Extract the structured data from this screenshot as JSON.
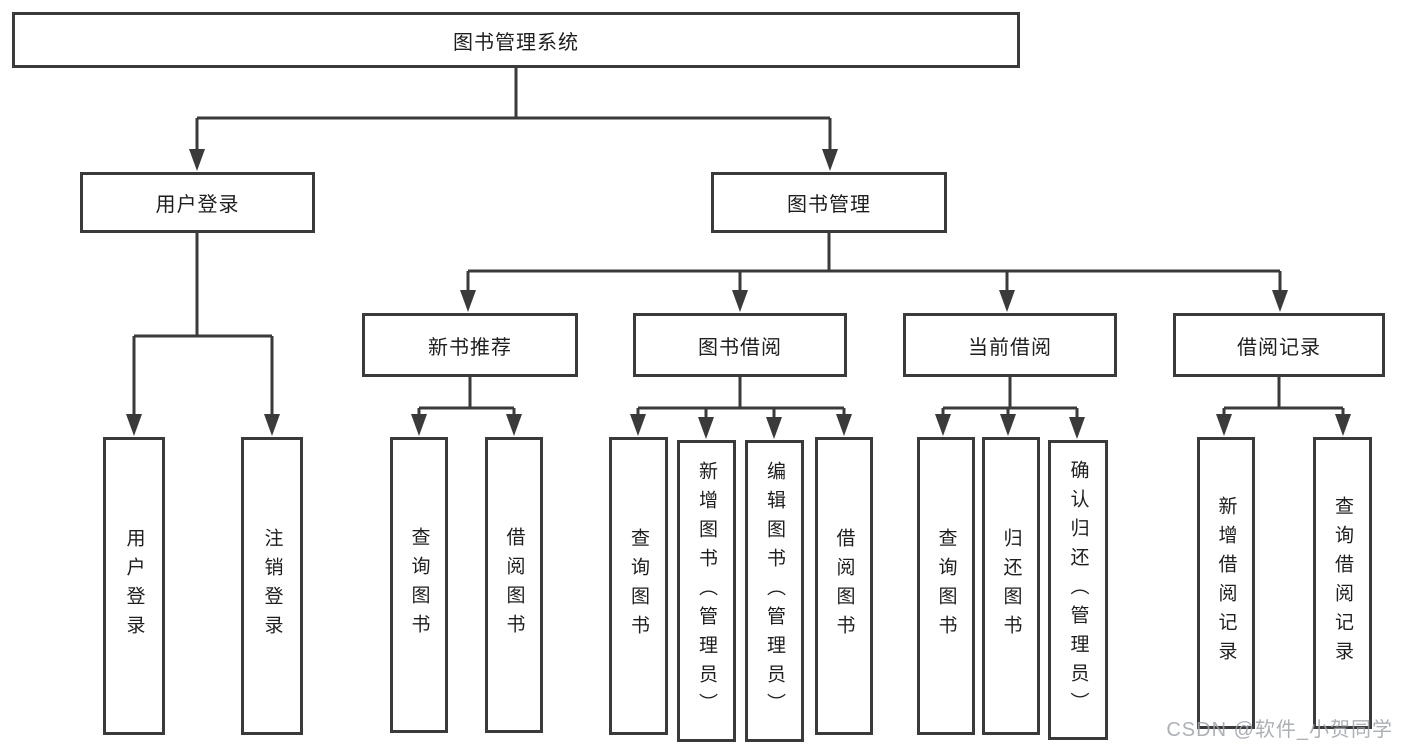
{
  "diagram": {
    "title": "图书管理系统",
    "root": {
      "label": "图书管理系统"
    },
    "level2": [
      {
        "id": "user-login",
        "label": "用户登录"
      },
      {
        "id": "book-management",
        "label": "图书管理"
      }
    ],
    "level3": [
      {
        "id": "new-book-recommend",
        "label": "新书推荐",
        "parent": "图书管理"
      },
      {
        "id": "book-borrow",
        "label": "图书借阅",
        "parent": "图书管理"
      },
      {
        "id": "current-borrow",
        "label": "当前借阅",
        "parent": "图书管理"
      },
      {
        "id": "borrow-records",
        "label": "借阅记录",
        "parent": "图书管理"
      }
    ],
    "leaves": [
      {
        "parent": "用户登录",
        "label": "用户登录"
      },
      {
        "parent": "用户登录",
        "label": "注销登录"
      },
      {
        "parent": "新书推荐",
        "label": "查询图书"
      },
      {
        "parent": "新书推荐",
        "label": "借阅图书"
      },
      {
        "parent": "图书借阅",
        "label": "查询图书"
      },
      {
        "parent": "图书借阅",
        "label": "新增图书（管理员）"
      },
      {
        "parent": "图书借阅",
        "label": "编辑图书（管理员）"
      },
      {
        "parent": "图书借阅",
        "label": "借阅图书"
      },
      {
        "parent": "当前借阅",
        "label": "查询图书"
      },
      {
        "parent": "当前借阅",
        "label": "归还图书"
      },
      {
        "parent": "当前借阅",
        "label": "确认归还（管理员）"
      },
      {
        "parent": "借阅记录",
        "label": "新增借阅记录"
      },
      {
        "parent": "借阅记录",
        "label": "查询借阅记录"
      }
    ]
  },
  "watermark": {
    "text": "CSDN @软件_小贺同学"
  },
  "colors": {
    "line": "#3a3a3a",
    "text": "#1e1e1e",
    "background": "#ffffff",
    "watermark": "#9ea2aa"
  }
}
